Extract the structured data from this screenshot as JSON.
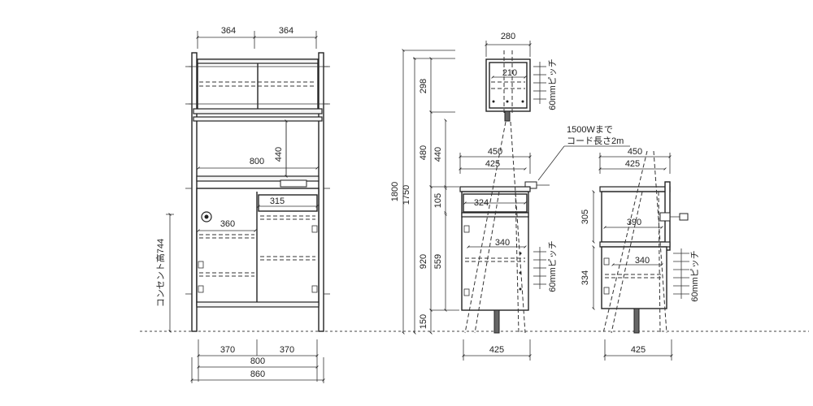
{
  "front_view": {
    "top_widths": [
      "364",
      "364"
    ],
    "inner_width": "800",
    "mid_height": "440",
    "drawer_width": "315",
    "shelf_width": "360",
    "outlet_label": "コンセント高744",
    "bottom_widths": [
      "370",
      "370"
    ],
    "bottom_inner": "800",
    "total_width": "860"
  },
  "side_view": {
    "total_height": "1800",
    "post_height": "1750",
    "upper_height": "298",
    "mid_height": "480",
    "mid_height_inner": "440",
    "lower_height": "920",
    "lower_inner": "559",
    "drawer_height": "105",
    "base_height": "150",
    "upper_width": "280",
    "upper_inner": "210",
    "upper_pitch": "60mmピッチ",
    "cord_label_1": "1500Wまで",
    "cord_label_2": "コード長さ2m",
    "width_450": "450",
    "width_425": "425",
    "drawer_inner": "324",
    "shelf_inner": "340",
    "lower_pitch": "60mmピッチ",
    "bottom_425": "425"
  },
  "right_view": {
    "width_450": "450",
    "width_425": "425",
    "inner_390": "390",
    "upper_h": "305",
    "shelf_340": "340",
    "lower_h": "334",
    "pitch": "60mmピッチ",
    "bottom_425": "425"
  }
}
